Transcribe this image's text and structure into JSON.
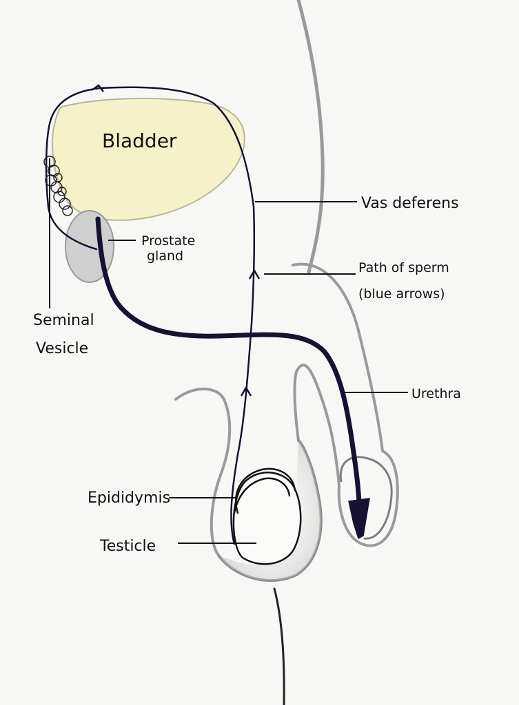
{
  "labels": {
    "bladder": "Bladder",
    "vas_deferens": "Vas deferens",
    "prostate_line1": "Prostate",
    "prostate_line2": "gland",
    "path_line1": "Path of sperm",
    "path_line2": "(blue arrows)",
    "seminal_line1": "Seminal",
    "seminal_line2": "Vesicle",
    "urethra": "Urethra",
    "epididymis": "Epididymis",
    "testicle": "Testicle"
  },
  "colors": {
    "paper": "#f7f7f5",
    "bladder_fill": "#f5f1c9",
    "prostate_fill": "#cfcfcf",
    "ink": "#111111",
    "duct": "#151232",
    "body_outline": "#8a8a8a"
  }
}
